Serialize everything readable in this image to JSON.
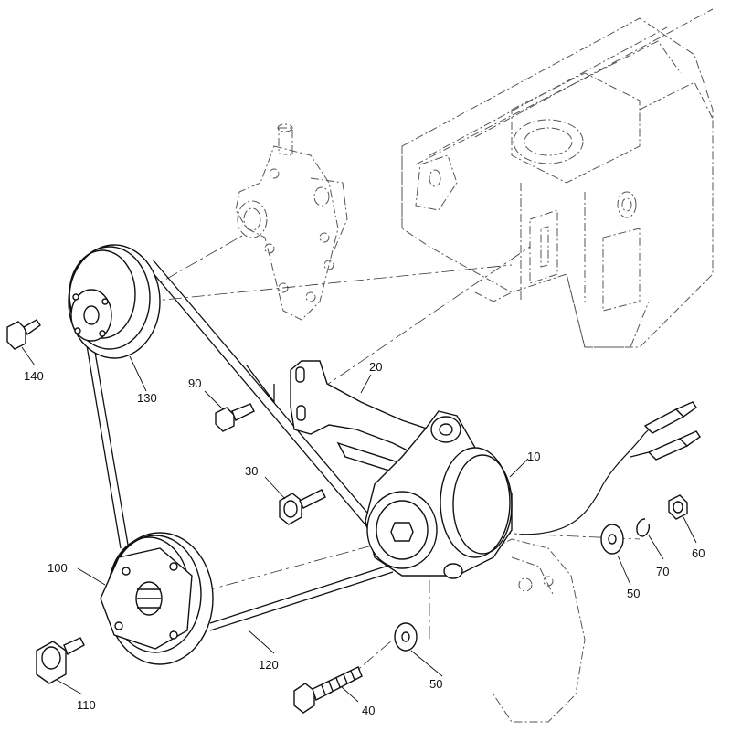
{
  "callouts": [
    {
      "id": "140",
      "text": "140"
    },
    {
      "id": "130",
      "text": "130"
    },
    {
      "id": "90",
      "text": "90"
    },
    {
      "id": "20",
      "text": "20"
    },
    {
      "id": "10",
      "text": "10"
    },
    {
      "id": "30",
      "text": "30"
    },
    {
      "id": "100",
      "text": "100"
    },
    {
      "id": "110",
      "text": "110"
    },
    {
      "id": "120",
      "text": "120"
    },
    {
      "id": "50a",
      "text": "50"
    },
    {
      "id": "50b",
      "text": "50"
    },
    {
      "id": "70",
      "text": "70"
    },
    {
      "id": "60",
      "text": "60"
    },
    {
      "id": "40",
      "text": "40"
    }
  ]
}
